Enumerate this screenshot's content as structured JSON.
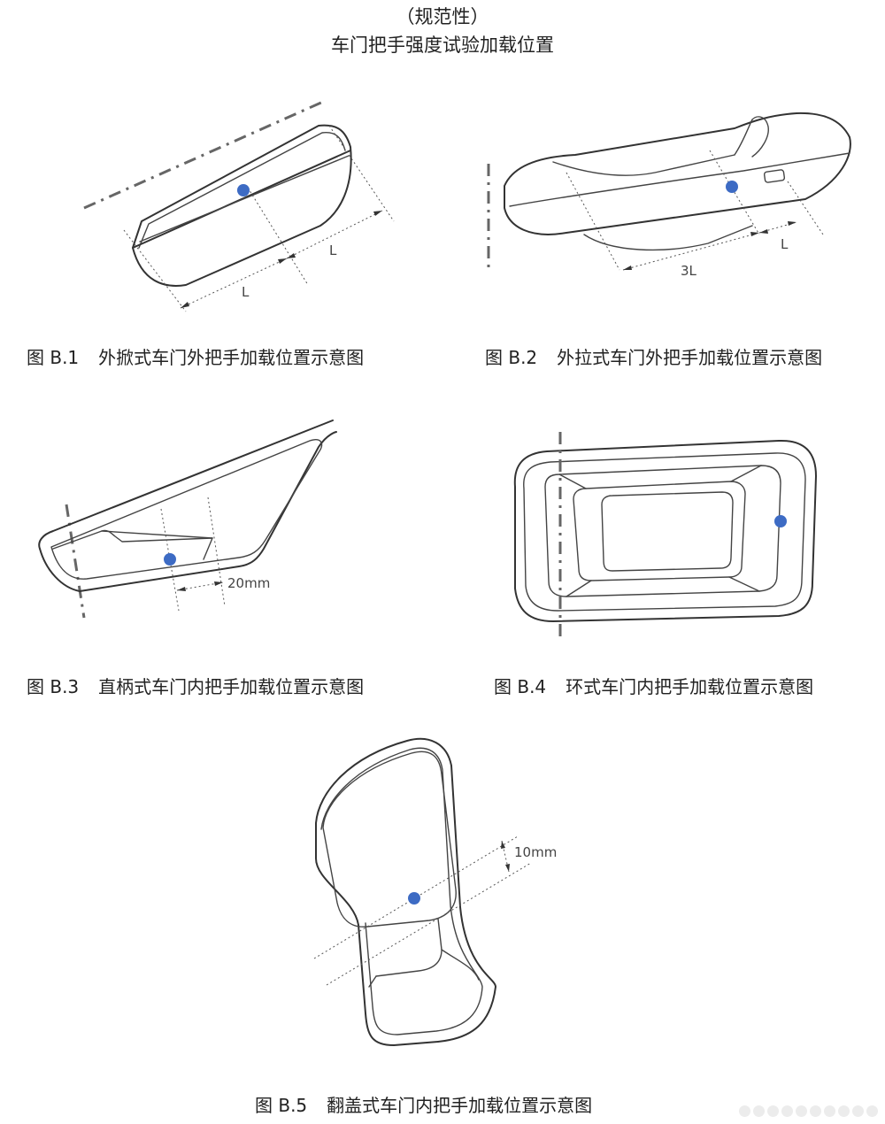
{
  "header": {
    "note": "（规范性）",
    "title": "车门把手强度试验加载位置"
  },
  "figures": [
    {
      "id": "B.1",
      "number": "图 B.1",
      "title": "外掀式车门外把手加载位置示意图",
      "dims": [
        "L",
        "L"
      ]
    },
    {
      "id": "B.2",
      "number": "图 B.2",
      "title": "外拉式车门外把手加载位置示意图",
      "dims": [
        "3L",
        "L"
      ]
    },
    {
      "id": "B.3",
      "number": "图 B.3",
      "title": "直柄式车门内把手加载位置示意图",
      "dims": [
        "20mm"
      ]
    },
    {
      "id": "B.4",
      "number": "图 B.4",
      "title": "环式车门内把手加载位置示意图",
      "dims": []
    },
    {
      "id": "B.5",
      "number": "图 B.5",
      "title": "翻盖式车门内把手加载位置示意图",
      "dims": [
        "10mm"
      ]
    }
  ],
  "colors": {
    "load_point": "#3d6bc4",
    "line": "#333333"
  }
}
